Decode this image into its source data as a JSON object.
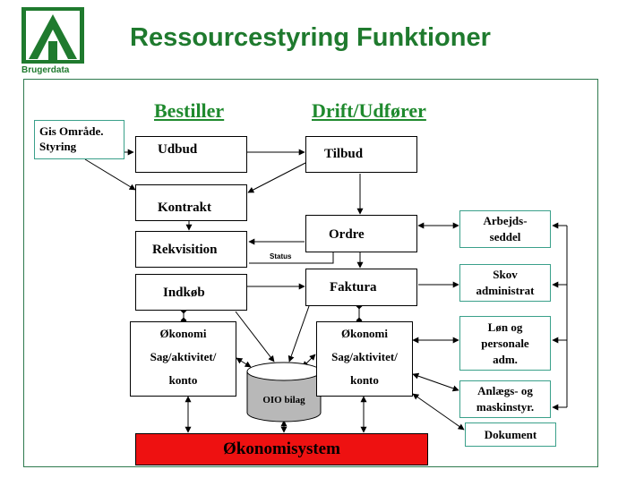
{
  "logo": {
    "caption": "Brugerdata"
  },
  "title": "Ressourcestyring Funktioner",
  "headings": {
    "left": "Bestiller",
    "right": "Drift/Udfører"
  },
  "boxes": {
    "gis": [
      "Gis Område.",
      "Styring"
    ],
    "udbud": "Udbud",
    "kontrakt": "Kontrakt",
    "rekvisition": "Rekvisition",
    "indkob": "Indkøb",
    "tilbud": "Tilbud",
    "ordre": "Ordre",
    "faktura": "Faktura",
    "okonomi_left": [
      "Økonomi",
      "Sag/aktivitet/",
      "konto"
    ],
    "okonomi_right": [
      "Økonomi",
      "Sag/aktivitet/",
      "konto"
    ],
    "oio": "OIO bilag",
    "okonomisystem": "Økonomisystem",
    "status": "Status"
  },
  "side_boxes": {
    "arbejdsseddel": [
      "Arbejds-",
      "seddel"
    ],
    "skov": [
      "Skov",
      "administrat"
    ],
    "lon": [
      "Løn og",
      "personale",
      "adm."
    ],
    "anlaeg": [
      "Anlægs- og",
      "maskinstyr."
    ],
    "dokument": "Dokument"
  },
  "colors": {
    "title_green": "#1f7a2e",
    "heading_green": "#1f8a2e",
    "teal_border": "#3aa08a",
    "system_red": "#ee1111",
    "cylinder_gray": "#b8b8b8"
  }
}
